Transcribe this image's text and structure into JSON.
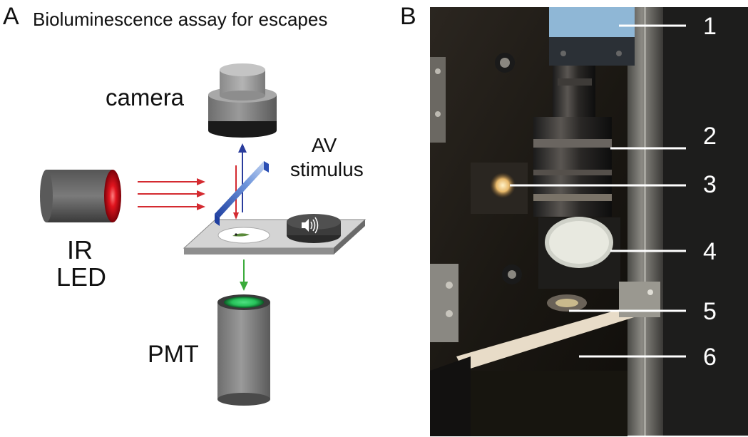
{
  "panel_a": {
    "letter": "A",
    "title": "Bioluminescence assay for escapes",
    "labels": {
      "camera": "camera",
      "av_line1": "AV",
      "av_line2": "stimulus",
      "ir_line1": "IR",
      "ir_line2": "LED",
      "pmt": "PMT"
    },
    "colors": {
      "ir_led_glow": "#e0141e",
      "ir_arrows": "#d42a30",
      "camera_arrow": "#2a3c9c",
      "pmt_arrow": "#3aab3a",
      "pmt_window": "#27c25a",
      "dichroic_mirror": "#3f6fc8"
    },
    "icons": [
      "speaker-icon",
      "zebrafish-larva-icon"
    ]
  },
  "panel_b": {
    "letter": "B",
    "callouts": [
      "1",
      "2",
      "3",
      "4",
      "5",
      "6"
    ]
  }
}
